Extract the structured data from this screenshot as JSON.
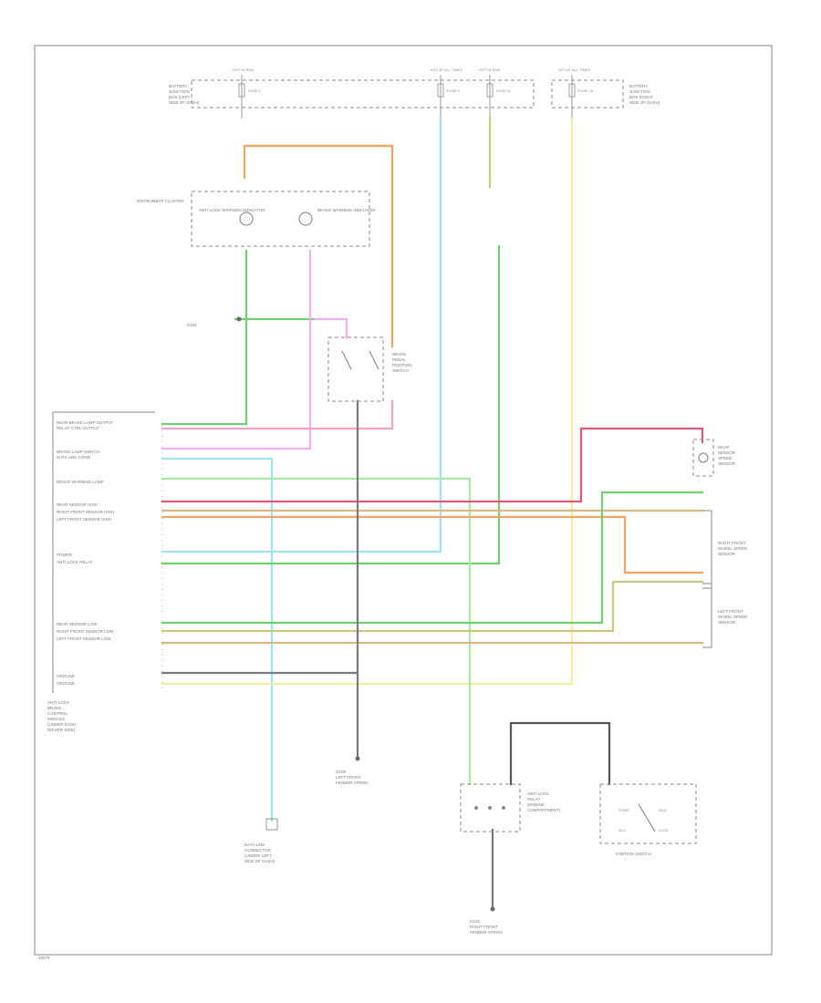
{
  "colors": {
    "orange": "#f4a460",
    "cyan": "#9fe3f0",
    "yellow": "#f2f0a0",
    "olive": "#c8c880",
    "green": "#70d070",
    "pink": "#f5a0c0",
    "magenta": "#f0b0f0",
    "red": "#e05878",
    "gray": "#7a7a7a",
    "tan": "#d8b880",
    "darkgray": "#555555",
    "lightgreen": "#a8e8a8"
  },
  "fuse_labels": [
    "HOT IN RUN",
    "HOT AT ALL TIMES",
    "HOT IN RUN",
    "HOT AT ALL TIMES"
  ],
  "fuse_names": [
    "FUSE 1",
    "FUSE 2",
    "FUSE 11",
    "FUSE 18"
  ],
  "left_box_lines": [
    "BATTERY",
    "JUNCTION",
    "BOX (LEFT",
    "SIDE OF DASH)"
  ],
  "right_box_lines": [
    "BATTERY",
    "JUNCTION",
    "BOX (RIGHT",
    "SIDE OF DASH)"
  ],
  "instrument_cluster": "INSTRUMENT CLUSTER",
  "anti_lock_warning": "ANTI-LOCK WARNING INDICATOR",
  "brake_warning": "BRAKE WARNING INDICATOR",
  "brake_switch": [
    "BRAKE",
    "PEDAL",
    "POSITION",
    "SWITCH"
  ],
  "anti_lock_module_lines": [
    "ANTI-LOCK",
    "BRAKE",
    "CONTROL",
    "MODULE",
    "(UNDER DASH,",
    "DRIVER SIDE)"
  ],
  "module_pins": [
    "REAR BRAKE LAMP OUTPUT",
    "RELAY CTRL OUTPUT",
    "BRAKE LAMP SWITCH",
    "DATA LINK CONN",
    "BRAKE WARNING LAMP",
    "REAR SENSOR HIGH",
    "RIGHT FRONT SENSOR HIGH",
    "LEFT FRONT SENSOR HIGH",
    "POWER",
    "ANTI-LOCK RELAY",
    "REAR SENSOR LOW",
    "RIGHT FRONT SENSOR LOW",
    "LEFT FRONT SENSOR LOW",
    "GROUND",
    "GROUND"
  ],
  "rear_sensor": [
    "REAR",
    "SENSOR",
    "SPEED",
    "SENSOR"
  ],
  "right_front_sensor": [
    "RIGHT FRONT",
    "WHEEL SPEED",
    "SENSOR"
  ],
  "left_front_sensor": [
    "LEFT FRONT",
    "WHEEL SPEED",
    "SENSOR"
  ],
  "data_link": [
    "DATA LINK",
    "CONNECTOR",
    "(UNDER LEFT",
    "SIDE OF DASH)"
  ],
  "ground_left": [
    "G100",
    "LEFT FRONT",
    "FENDER APRON"
  ],
  "ground_right": [
    "G101",
    "RIGHT FRONT",
    "FENDER APRON"
  ],
  "anti_lock_relay_box": [
    "ANTI-LOCK",
    "RELAY",
    "(ENGINE",
    "COMPARTMENT)"
  ],
  "ignition_switch": "IGNITION SWITCH",
  "ignition_positions": [
    "START",
    "RUN",
    "ACC",
    "LOCK"
  ],
  "gnd_label": "G201",
  "bottom_ref": "10579"
}
